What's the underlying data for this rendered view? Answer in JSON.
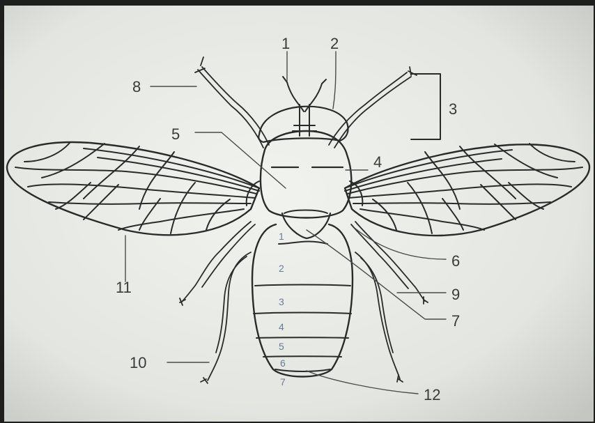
{
  "diagram": {
    "callouts": [
      {
        "id": "c1",
        "label": "1"
      },
      {
        "id": "c2",
        "label": "2"
      },
      {
        "id": "c3",
        "label": "3"
      },
      {
        "id": "c4",
        "label": "4"
      },
      {
        "id": "c5",
        "label": "5"
      },
      {
        "id": "c6",
        "label": "6"
      },
      {
        "id": "c7",
        "label": "7"
      },
      {
        "id": "c8",
        "label": "8"
      },
      {
        "id": "c9",
        "label": "9"
      },
      {
        "id": "c10",
        "label": "10"
      },
      {
        "id": "c11",
        "label": "11"
      },
      {
        "id": "c12",
        "label": "12"
      }
    ],
    "segments": [
      "1",
      "2",
      "3",
      "4",
      "5",
      "6",
      "7"
    ],
    "colors": {
      "paper_light": "#eef0ec",
      "paper_dark": "#c9ccc6",
      "ink": "#2a2a2a",
      "label_ink": "#3a3a3a",
      "segment_ink": "#6b7a93",
      "leader": "#4a4a4a"
    }
  }
}
